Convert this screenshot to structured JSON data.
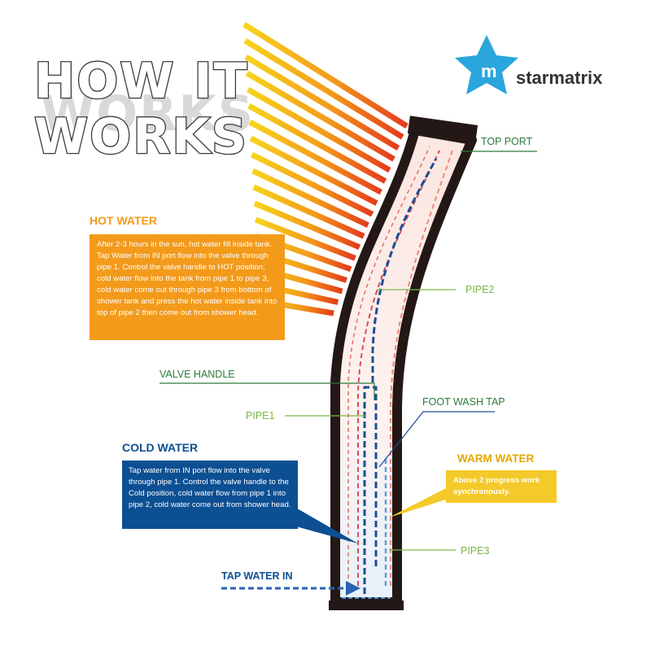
{
  "title": {
    "line1": "HOW IT",
    "line2": "WORKS"
  },
  "brand": {
    "name": "starmatrix",
    "icon": "star-logo-icon"
  },
  "labels": {
    "top_port": "TOP PORT",
    "pipe2": "PIPE2",
    "valve_handle": "VALVE HANDLE",
    "pipe1": "PIPE1",
    "foot_wash_tap": "FOOT WASH TAP",
    "warm_water": "WARM WATER",
    "pipe3": "PIPE3",
    "tap_water_in": "TAP WATER IN"
  },
  "hot_water": {
    "heading": "HOT WATER",
    "text": "After 2-3 hours in the sun, hot water fill inside tank. Tap Water from IN port flow into the valve through pipe 1. Control the valve handle to HOT position, cold water flow into the tank from pipe 1 to pipe 3, cold water come out through pipe 3 from bottom of shower tank and press the hot water inside tank into top of pipe 2 then come out from shower head."
  },
  "cold_water": {
    "heading": "COLD WATER",
    "text": "Tap water from IN port flow into the valve through pipe 1. Control the valve handle to the Cold position, cold water flow from pipe 1 into pipe 2, cold water come out from shower head."
  },
  "warm_water_note": "Above 2 progress work synchronously.",
  "colors": {
    "hot": "#f39a1a",
    "cold": "#0d4f93",
    "warm": "#f4c92a",
    "pipe_frame": "#231815",
    "leader_green": "#7ab648",
    "sun_ray_start": "#f6d21a",
    "sun_ray_end": "#e83a1e"
  }
}
